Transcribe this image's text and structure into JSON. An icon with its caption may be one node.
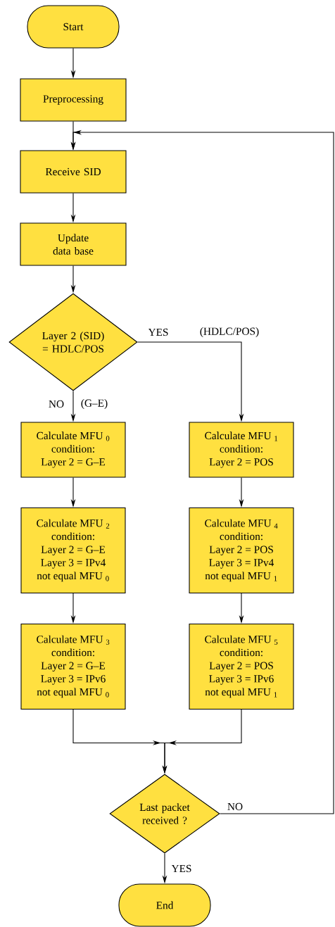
{
  "diagram": {
    "nodes": [
      {
        "text": [
          "Start"
        ]
      },
      {
        "text": [
          "Preprocessing"
        ]
      },
      {
        "text": [
          "Receive SID"
        ]
      },
      {
        "text": [
          "Update data base"
        ]
      },
      {
        "text": [
          "Layer 2 (SID) = HDLC/POS"
        ]
      },
      {
        "text": [
          "Calculate MFU $_{0}$",
          "condition:",
          "Layer 2 = G–E"
        ]
      },
      {
        "text": [
          "Calculate MFU $_{1}$",
          "condition:",
          "Layer 2 = POS"
        ]
      },
      {
        "text": [
          "Calculate MFU $_{2}$",
          "condition:",
          "Layer 2 = G–E",
          "Layer 3 = IPv4",
          "not equal MFU $_{0}$"
        ]
      },
      {
        "text": [
          "Calculate MFU $_{4}$",
          "condition:",
          "Layer 2 = POS",
          "Layer 3 = IPv4",
          "not equal MFU $_{1}$"
        ]
      },
      {
        "text": [
          "Calculate MFU $_{3}$",
          "condition:",
          "Layer 2 = G–E",
          "Layer 3 = IPv6",
          "not equal MFU $_{0}$"
        ]
      },
      {
        "text": [
          "Calculate MFU $_{5}$",
          "condition:",
          "Layer 2 = POS",
          "Layer 3 = IPv6",
          "not equal MFU $_{1}$"
        ]
      },
      {
        "text": [
          "Last packet received ?"
        ]
      },
      {
        "text": [
          "End"
        ]
      }
    ],
    "edges": [
      {
        "from": 0,
        "to": 1,
        "arrow": "to"
      },
      {
        "from": 1,
        "to": 2,
        "arrow": "to"
      },
      {
        "from": 2,
        "to": 3,
        "arrow": "to"
      },
      {
        "from": 3,
        "to": 4,
        "arrow": "to"
      },
      {
        "from": 4,
        "to": 5,
        "arrow": "to",
        "label": "NO"
      },
      {
        "from": 4,
        "to": 6,
        "arrow": "to",
        "label": "YES"
      },
      {
        "from": 5,
        "to": 7,
        "arrow": "to"
      },
      {
        "from": 6,
        "to": 8,
        "arrow": "to"
      },
      {
        "from": 7,
        "to": 9,
        "arrow": "to"
      },
      {
        "from": 8,
        "to": 10,
        "arrow": "to"
      },
      {
        "from": 9,
        "to": 11,
        "arrow": "to"
      },
      {
        "from": 10,
        "to": 11,
        "arrow": "to"
      },
      {
        "from": 11,
        "to": 12,
        "arrow": "to",
        "label": "YES"
      },
      {
        "from": 11,
        "to": 2,
        "arrow": "to",
        "label": "NO"
      }
    ],
    "labels": [
      "(G–E)",
      "(HDLC/POS)"
    ]
  }
}
